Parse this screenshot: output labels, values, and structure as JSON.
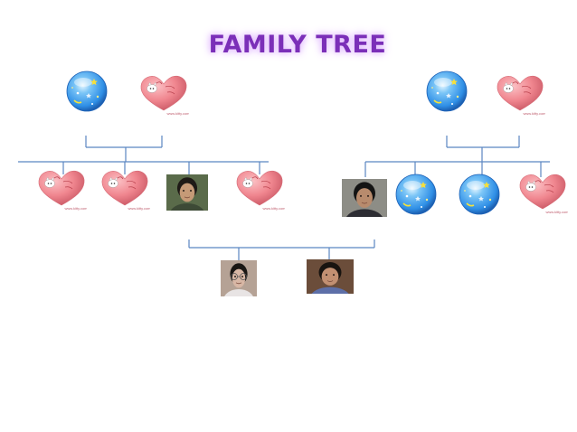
{
  "title": "FAMILY TREE",
  "colors": {
    "line": "#5b86c2",
    "title": "#7b2fb8",
    "heart": "#f0868f",
    "globe": "#2f8fe6"
  },
  "members": [
    {
      "id": "gf-paternal",
      "kind": "globe",
      "gen": 1,
      "side": "left"
    },
    {
      "id": "gm-paternal",
      "kind": "heart",
      "gen": 1,
      "side": "left",
      "caption": "www.kitty.com"
    },
    {
      "id": "gf-maternal",
      "kind": "globe",
      "gen": 1,
      "side": "right"
    },
    {
      "id": "gm-maternal",
      "kind": "heart",
      "gen": 1,
      "side": "right",
      "caption": "www.kitty.com"
    },
    {
      "id": "aunt-1",
      "kind": "heart",
      "gen": 2,
      "side": "left",
      "caption": "www.kitty.com"
    },
    {
      "id": "aunt-2",
      "kind": "heart",
      "gen": 2,
      "side": "left",
      "caption": "www.kitty.com"
    },
    {
      "id": "mother",
      "kind": "photo",
      "gen": 2,
      "side": "left"
    },
    {
      "id": "aunt-3",
      "kind": "heart",
      "gen": 2,
      "side": "left",
      "caption": "www.kitty.com"
    },
    {
      "id": "father",
      "kind": "photo",
      "gen": 2,
      "side": "right"
    },
    {
      "id": "uncle-1",
      "kind": "globe",
      "gen": 2,
      "side": "right"
    },
    {
      "id": "uncle-2",
      "kind": "globe",
      "gen": 2,
      "side": "right"
    },
    {
      "id": "aunt-4",
      "kind": "heart",
      "gen": 2,
      "side": "right",
      "caption": "www.kitty.com"
    },
    {
      "id": "child-1",
      "kind": "photo",
      "gen": 3
    },
    {
      "id": "child-2",
      "kind": "photo",
      "gen": 3
    }
  ]
}
